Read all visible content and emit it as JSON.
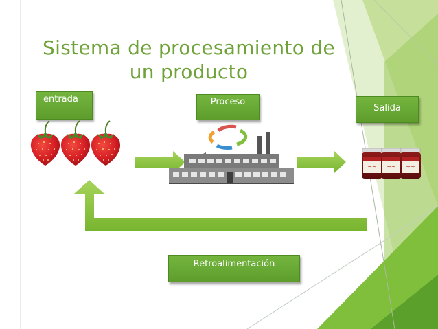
{
  "slide": {
    "title_line1": "Sistema de procesamiento de",
    "title_line2": "un producto"
  },
  "boxes": {
    "entrada": "entrada",
    "proceso": "Proceso",
    "salida": "Salida",
    "retroalimentacion": "Retroalimentación"
  },
  "icons": {
    "input": "strawberry-icon",
    "process": "factory-icon",
    "cycle": "cycle-arrows-icon",
    "output": "jam-jars-icon"
  },
  "colors": {
    "accent_green": "#6fa33a",
    "box_green": "#69aa35",
    "arrow_green": "#8cc63f",
    "strawberry_red": "#d61f26"
  }
}
